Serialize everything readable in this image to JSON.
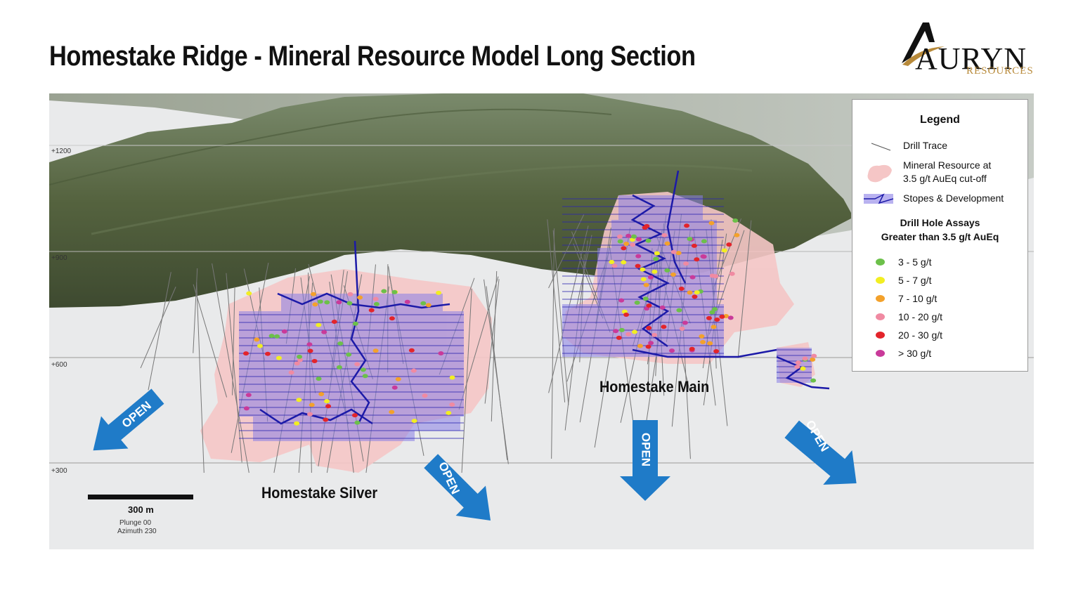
{
  "title": "Homestake Ridge - Mineral Resource Model Long Section",
  "logo": {
    "name": "AURYN",
    "subtitle": "RESOURCES"
  },
  "elevations": [
    "+1200",
    "+900",
    "+600",
    "+300"
  ],
  "zones": {
    "silver": "Homestake Silver",
    "main": "Homestake Main"
  },
  "open_label": "OPEN",
  "scale": {
    "label": "300 m",
    "plunge": "Plunge 00",
    "azimuth": "Azimuth 230"
  },
  "legend": {
    "title": "Legend",
    "drill_trace": "Drill Trace",
    "resource_line1": "Mineral Resource at",
    "resource_line2": "3.5 g/t AuEq cut-off",
    "stopes": "Stopes & Development",
    "assays_line1": "Drill Hole Assays",
    "assays_line2": "Greater than 3.5 g/t AuEq",
    "grades": [
      {
        "label": "3 - 5 g/t",
        "color": "#6cc04a"
      },
      {
        "label": "5 - 7 g/t",
        "color": "#f2ee22"
      },
      {
        "label": "7 - 10 g/t",
        "color": "#f3a12b"
      },
      {
        "label": "10 - 20 g/t",
        "color": "#f08aa2"
      },
      {
        "label": "20 - 30 g/t",
        "color": "#e3242b"
      },
      {
        "label": "> 30 g/t",
        "color": "#c93a9a"
      }
    ]
  },
  "colors": {
    "resource": "#f5c6c6",
    "stope": "#8a7fe6",
    "development": "#1c1aa8",
    "arrow": "#1f7bc8"
  }
}
